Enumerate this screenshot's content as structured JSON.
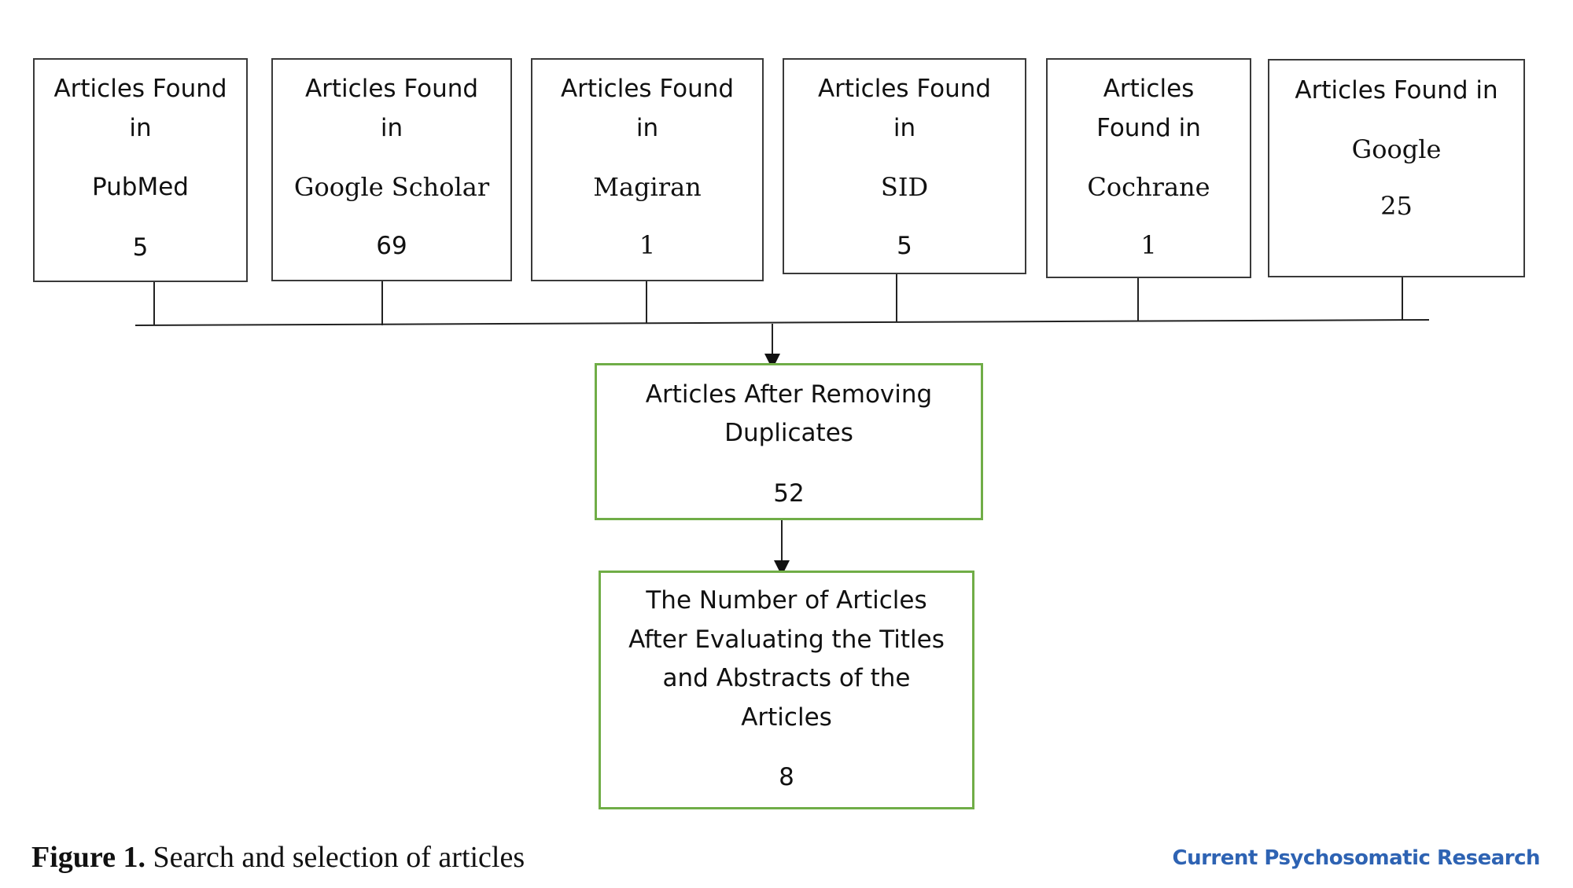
{
  "sources": [
    {
      "lines": [
        "Articles Found",
        "in",
        "PubMed",
        "5"
      ]
    },
    {
      "lines": [
        "Articles Found",
        "in",
        "Google Scholar",
        "69"
      ]
    },
    {
      "lines": [
        "Articles Found",
        "in",
        "Magiran",
        "1"
      ]
    },
    {
      "lines": [
        "Articles Found",
        "in",
        "SID",
        "5"
      ]
    },
    {
      "lines": [
        "Articles",
        "Found in",
        "Cochrane",
        "1"
      ]
    },
    {
      "lines": [
        "Articles Found in",
        "Google",
        "25"
      ]
    }
  ],
  "dedup": {
    "lines": [
      "Articles After Removing",
      "Duplicates",
      "52"
    ]
  },
  "screening": {
    "lines": [
      "The Number of Articles",
      "After Evaluating the Titles",
      "and Abstracts of the",
      "Articles",
      "8"
    ]
  },
  "caption": {
    "label": "Figure 1.",
    "text": " Search and selection of articles"
  },
  "journal": "Current Psychosomatic Research",
  "colors": {
    "box_border": "#3a3a3a",
    "result_border": "#70ad47",
    "journal": "#2e63b3"
  }
}
